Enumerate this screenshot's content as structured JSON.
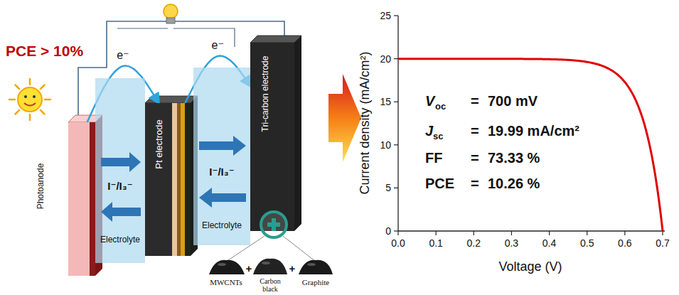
{
  "diagram": {
    "nodes": [
      {
        "text": [
          "Photoanode"
        ]
      },
      {
        "text": [
          "I⁻/I₃⁻",
          "Electrolyte"
        ]
      },
      {
        "text": [
          "Pt electrode"
        ]
      },
      {
        "text": [
          "I⁻/I₃⁻",
          "Electrolyte"
        ]
      },
      {
        "text": [
          "Tri-carbon electrode"
        ]
      }
    ],
    "edges": [
      {
        "from": 0,
        "to": 2,
        "label": "e⁻",
        "arrow": "to"
      },
      {
        "from": 2,
        "to": 4,
        "label": "e⁻",
        "arrow": "to"
      }
    ],
    "labels": [
      "PCE > 10%",
      "MWCNTs",
      "+",
      "Carbon black",
      "+",
      "Graphite",
      "0",
      "5",
      "10",
      "15",
      "20",
      "25",
      "0.0",
      "0.1",
      "0.2",
      "0.3",
      "0.4",
      "0.5",
      "0.6",
      "0.7",
      "Current density (mA/cm²)",
      "Voltage (V)",
      "V",
      "oc",
      "=",
      "700 mV",
      "J",
      "sc",
      "=",
      "19.99 mA/cm²",
      "FF",
      "=",
      "73.33 %",
      "PCE",
      "=",
      "10.26 %"
    ]
  }
}
